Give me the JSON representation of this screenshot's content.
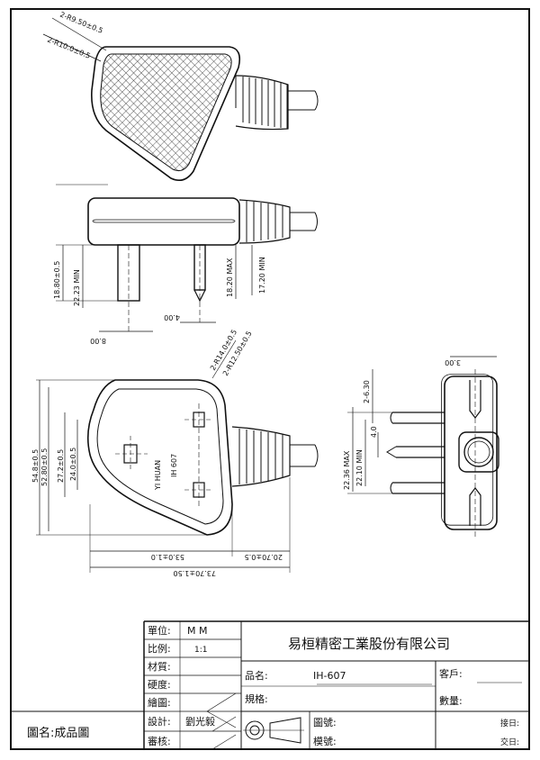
{
  "plug_marking": {
    "line1": "YI HUAN",
    "line2": "IH 607"
  },
  "top_view": {
    "dim_radius_outer": "2-R9.50±0.5",
    "dim_radius_inner": "2-R10.0±0.5"
  },
  "side_view": {
    "dim_left_total": "18.80±0.5",
    "dim_left_sleeve": "22.23 MIN",
    "dim_right_total": "18.20 MAX",
    "dim_right_sleeve": "17.20 MIN",
    "dim_pin_width": "4.00",
    "dim_pin_dia": "8.00"
  },
  "front_view": {
    "dim_radius_1": "2-R14.0±0.5",
    "dim_radius_2": "2-R12.50±0.5",
    "dim_height_outer": "54.8±0.5",
    "dim_height_2": "52.80±0.5",
    "dim_height_3": "27.2±0.5",
    "dim_height_4": "24.0±0.5",
    "dim_width_body": "53.0±1.0",
    "dim_width_strain": "20.70±0.5",
    "dim_width_total": "73.70±1.50"
  },
  "end_view": {
    "dim_top": "3.00",
    "dim_pin_slot": "2-6.30",
    "dim_gap": "4.0",
    "dim_max": "22.36 MAX",
    "dim_min": "22.10 MIN"
  },
  "title_block": {
    "unit_label": "單位:",
    "unit_value": "M M",
    "scale_label": "比例:",
    "scale_value": "1:1",
    "material_label": "材質:",
    "hardness_label": "硬度:",
    "drawing_label": "繪圖:",
    "design_label": "設計:",
    "design_value": "劉光毅",
    "review_label": "審核:",
    "company": "易桓精密工業股份有限公司",
    "product_label": "品名:",
    "product_value": "IH-607",
    "spec_label": "規格:",
    "customer_label": "客戶:",
    "qty_label": "數量:",
    "drawing_no_label": "圖號:",
    "mold_no_label": "模號:",
    "receive_date_label": "接日:",
    "deliver_date_label": "交日:",
    "drawing_name": "圖名:成品圖"
  }
}
